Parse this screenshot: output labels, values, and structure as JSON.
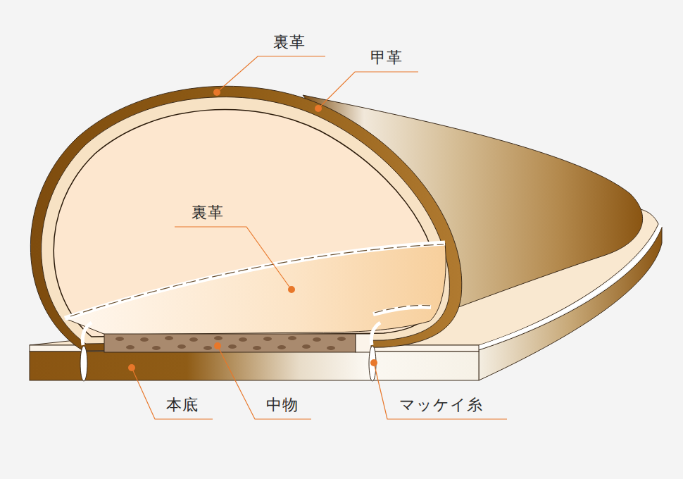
{
  "diagram": {
    "labels": [
      "裏革",
      "甲革",
      "裏革",
      "本底",
      "中物",
      "マッケイ糸"
    ]
  }
}
